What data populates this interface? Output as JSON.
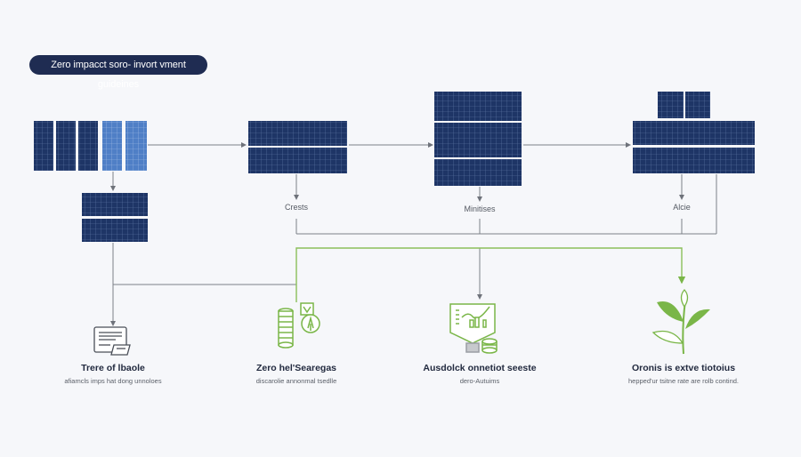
{
  "header": {
    "title": "Zero impacct soro- invort vment guideines"
  },
  "colors": {
    "panel_dark": "#1e3566",
    "panel_light": "#4f7fc6",
    "connector_gray": "#7c8088",
    "connector_green": "#8bbf5a",
    "icon_green": "#7ab648",
    "pill_bg": "#1f2c52"
  },
  "stages": [
    {
      "label": ""
    },
    {
      "label": "Crests"
    },
    {
      "label": "Minitises"
    },
    {
      "label": "Alcie"
    }
  ],
  "outcomes": [
    {
      "icon": "document-icon",
      "title": "Trere of lbaole",
      "desc": "afiamcls imps hat dong unnoloes"
    },
    {
      "icon": "coins-leaf-icon",
      "title": "Zero hel'Searegas",
      "desc": "discarolie annonmal tsedlle"
    },
    {
      "icon": "monitor-chart-icon",
      "title": "Ausdolck onnetiot seeste",
      "desc": "dero-Autuims"
    },
    {
      "icon": "plant-icon",
      "title": "Oronis is extve tiotoius",
      "desc": "hepped'ur tsitne rate are rolb contind."
    }
  ]
}
